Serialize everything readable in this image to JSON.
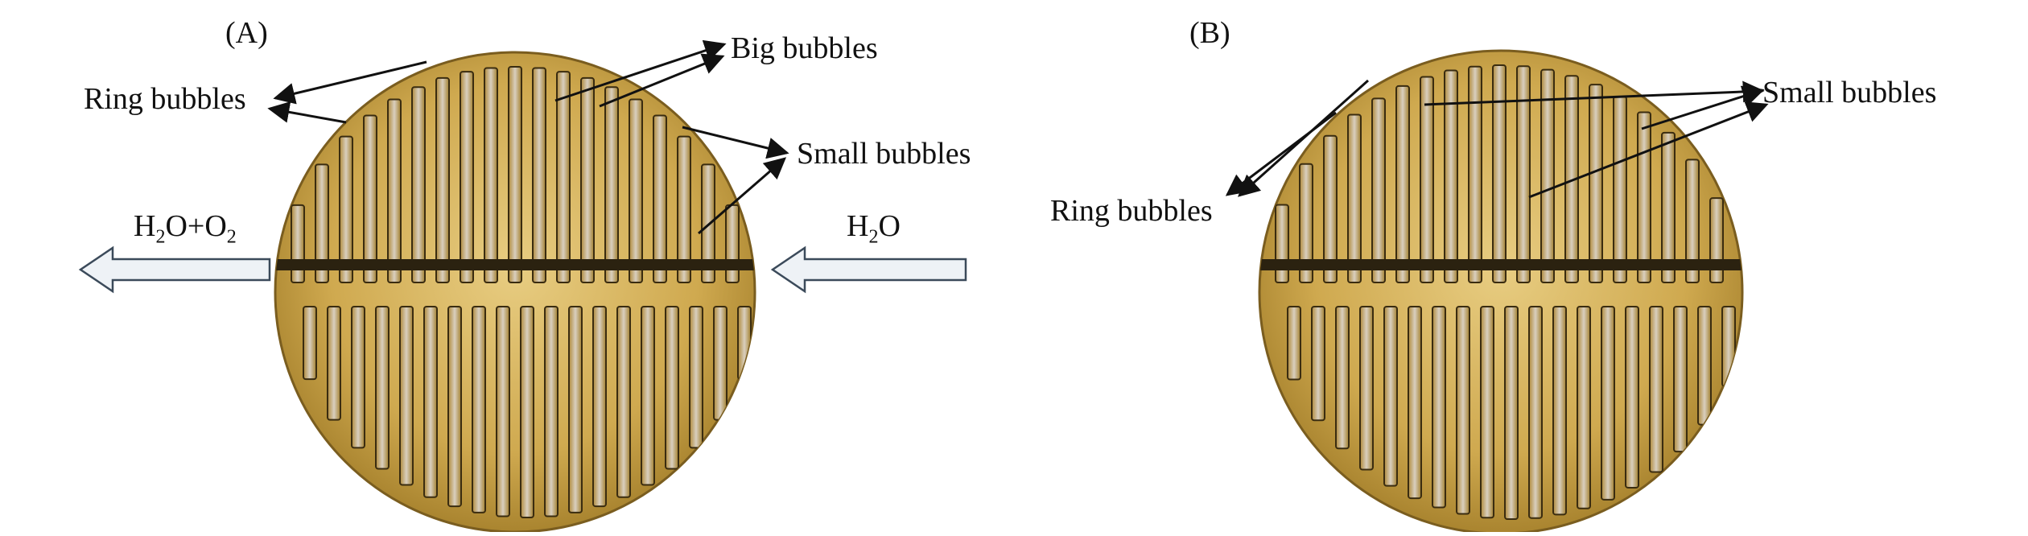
{
  "panels": [
    {
      "letter": "(A)",
      "labels": {
        "ring": "Ring bubbles",
        "big": "Big bubbles",
        "small": "Small bubbles"
      },
      "outlet": {
        "label_main": "H",
        "label_sub1": "2",
        "label_mid": "O+O",
        "label_sub2": "2"
      },
      "inlet": {
        "label_main": "H",
        "label_sub1": "2",
        "label_mid": "O"
      }
    },
    {
      "letter": "(B)",
      "labels": {
        "ring": "Ring bubbles",
        "small": "Small bubbles"
      }
    }
  ],
  "colors": {
    "brass_light": "#e3c676",
    "brass_mid": "#c9a245",
    "brass_dark": "#8a6a24",
    "channel_bubble": "#d8d3c8",
    "arrow_fill": "#eef2f6",
    "arrow_stroke": "#3b4a5a"
  }
}
